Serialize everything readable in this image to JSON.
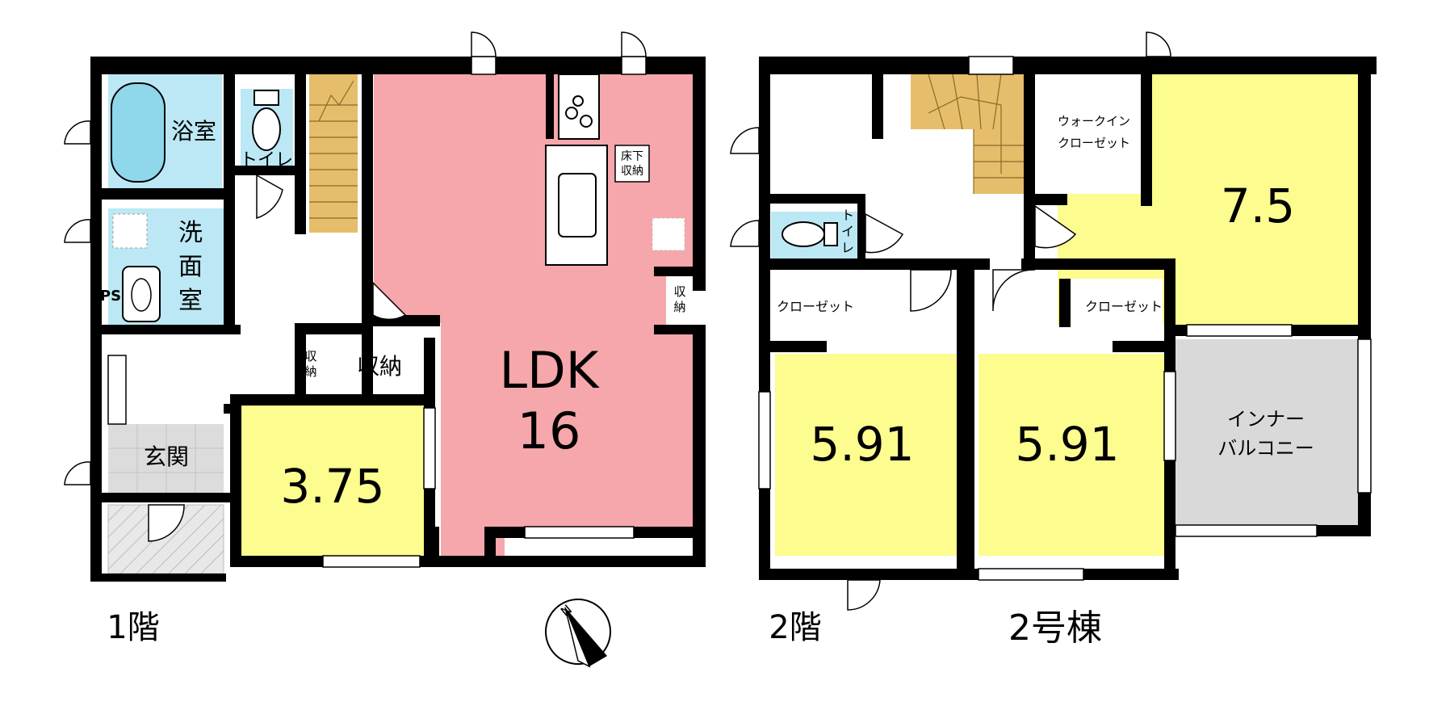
{
  "floor1": {
    "label": "1階",
    "bath": "浴室",
    "toilet": "トイレ",
    "washroom": [
      "洗",
      "面",
      "室"
    ],
    "ps": "PS",
    "entrance": "玄関",
    "storage_main": "収納",
    "storage_small": [
      "収",
      "納"
    ],
    "storage_right": [
      "収",
      "納"
    ],
    "underfloor": [
      "床下",
      "収納"
    ],
    "ldk_name": "LDK",
    "ldk_size": "16",
    "room_size": "3.75"
  },
  "floor2": {
    "label": "2階",
    "building": "2号棟",
    "walkin": [
      "ウォークイン",
      "クローゼット"
    ],
    "toilet": [
      "ト",
      "イ",
      "レ"
    ],
    "closet_left": "クローゼット",
    "closet_right": "クローゼット",
    "room_a": "5.91",
    "room_b": "5.91",
    "room_c": "7.5",
    "balcony": [
      "インナー",
      "バルコニー"
    ]
  },
  "compass": {
    "mark": "N"
  },
  "colors": {
    "wall": "#000000",
    "ldk": "#f6a7ab",
    "room": "#fcfc8f",
    "wet": "#bbe8f4",
    "stairs": "#e6bd6a",
    "entrance": "#dcdcdc",
    "balcony": "#d9d9d9"
  }
}
